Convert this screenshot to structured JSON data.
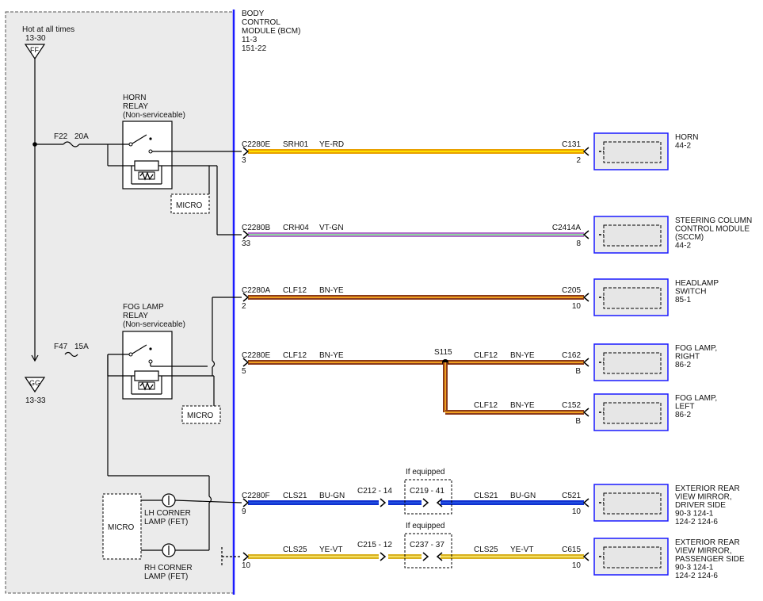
{
  "bcm": {
    "title_1": "BODY",
    "title_2": "CONTROL",
    "title_3": "MODULE (BCM)",
    "ref_1": "11-3",
    "ref_2": "151-22"
  },
  "power": {
    "hot_label": "Hot at all times",
    "ref_top": "13-30",
    "ff": "FF",
    "gg": "GG",
    "ref_bottom": "13-33",
    "fuse1": "F22",
    "fuse1_amp": "20A",
    "fuse2": "F47",
    "fuse2_amp": "15A"
  },
  "horn_relay": {
    "line1": "HORN",
    "line2": "RELAY",
    "line3": "(Non-serviceable)"
  },
  "fog_relay": {
    "line1": "FOG LAMP",
    "line2": "RELAY",
    "line3": "(Non-serviceable)"
  },
  "micro": "MICRO",
  "lamps": {
    "lh1": "LH CORNER",
    "lh2": "LAMP (FET)",
    "rh1": "RH CORNER",
    "rh2": "LAMP (FET)"
  },
  "wires": [
    {
      "conn": "C2280E",
      "pin": "3",
      "circuit": "SRH01",
      "color": "YE-RD",
      "rconn": "C131",
      "rpin": "2"
    },
    {
      "conn": "C2280B",
      "pin": "33",
      "circuit": "CRH04",
      "color": "VT-GN",
      "rconn": "C2414A",
      "rpin": "8"
    },
    {
      "conn": "C2280A",
      "pin": "2",
      "circuit": "CLF12",
      "color": "BN-YE",
      "rconn": "C205",
      "rpin": "10"
    },
    {
      "conn": "C2280E",
      "pin": "5",
      "circuit": "CLF12",
      "color": "BN-YE",
      "splice": "S115",
      "circuit2": "CLF12",
      "color2": "BN-YE",
      "rconn": "C162",
      "rpin": "B"
    },
    {
      "circuit": "CLF12",
      "color": "BN-YE",
      "rconn": "C152",
      "rpin": "B"
    },
    {
      "conn": "C2280F",
      "pin": "9",
      "circuit": "CLS21",
      "color": "BU-GN",
      "inline": "C212 - 14",
      "opt": "If equipped",
      "opt_conn": "C219 - 41",
      "circuit2": "CLS21",
      "color2": "BU-GN",
      "rconn": "C521",
      "rpin": "10"
    },
    {
      "pin": "10",
      "circuit": "CLS25",
      "color": "YE-VT",
      "inline": "C215 - 12",
      "opt": "If equipped",
      "opt_conn": "C237 - 37",
      "circuit2": "CLS25",
      "color2": "YE-VT",
      "rconn": "C615",
      "rpin": "10"
    }
  ],
  "components": [
    {
      "lines": [
        "HORN",
        "44-2"
      ]
    },
    {
      "lines": [
        "STEERING COLUMN",
        "CONTROL MODULE",
        "(SCCM)",
        "44-2"
      ]
    },
    {
      "lines": [
        "HEADLAMP",
        "SWITCH",
        "85-1"
      ]
    },
    {
      "lines": [
        "FOG LAMP,",
        "RIGHT",
        "86-2"
      ]
    },
    {
      "lines": [
        "FOG LAMP,",
        "LEFT",
        "86-2"
      ]
    },
    {
      "lines": [
        "EXTERIOR REAR",
        "VIEW MIRROR,",
        "DRIVER SIDE",
        "90-3    124-1",
        "124-2   124-6"
      ]
    },
    {
      "lines": [
        "EXTERIOR REAR",
        "VIEW MIRROR,",
        "PASSENGER SIDE",
        "90-3    124-1",
        "124-2   124-6"
      ]
    }
  ],
  "wire_colors": {
    "YE-RD": [
      "#e8a000",
      "#ffe000"
    ],
    "VT-GN": [
      "#b070c8",
      "#8ed6a0"
    ],
    "BN-YE": [
      "#8b3a1a",
      "#f0a020"
    ],
    "BU-GN": [
      "#1030d0",
      "#2050e0"
    ],
    "YE-VT": [
      "#d8b020",
      "#f4e060"
    ]
  }
}
